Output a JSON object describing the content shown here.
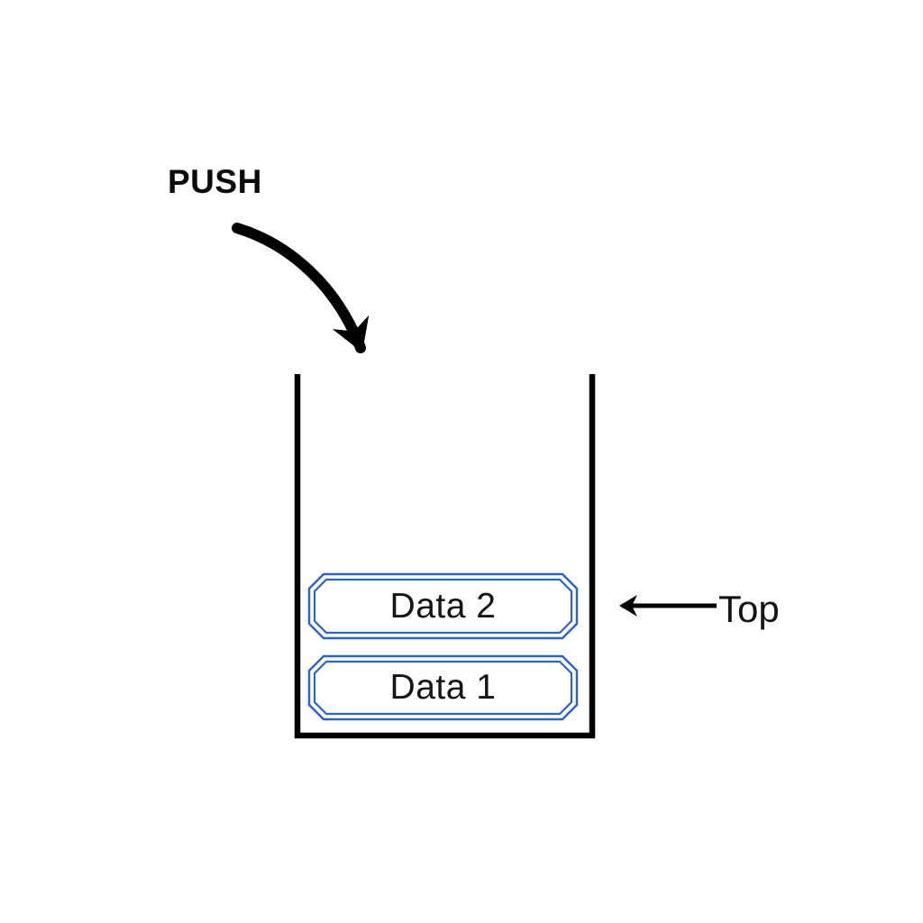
{
  "diagram": {
    "push_label": "PUSH",
    "top_label": "Top",
    "stack_items": [
      {
        "label": "Data 2",
        "position": "top-of-stack"
      },
      {
        "label": "Data 1",
        "position": "bottom-of-stack"
      }
    ],
    "icons": {
      "push_arrow": "curved-down-arrow",
      "top_arrow": "left-arrow"
    },
    "colors": {
      "item_border_blue": "#2d64c8",
      "outline_black": "#000000",
      "text_black": "#141414",
      "background": "#ffffff"
    }
  }
}
